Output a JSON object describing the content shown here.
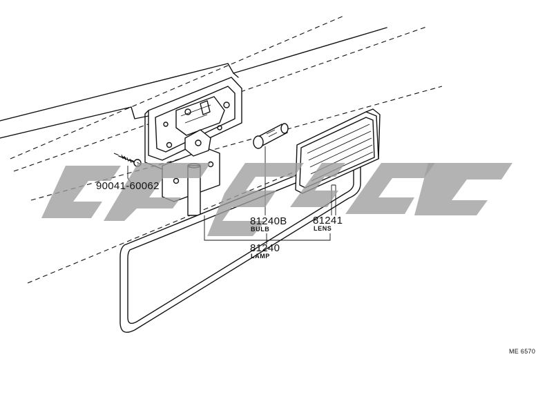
{
  "diagram": {
    "parts": [
      {
        "id": "clip",
        "number": "90041-60062",
        "name": ""
      },
      {
        "id": "bulb",
        "number": "81240B",
        "name": "BULB"
      },
      {
        "id": "lens",
        "number": "81241",
        "name": "LENS"
      },
      {
        "id": "lamp",
        "number": "81240",
        "name": "LAMP"
      }
    ],
    "reference_code": "ME 6570",
    "colors": {
      "ink": "#111111",
      "watermark": "#9e9e9e",
      "background": "#ffffff"
    }
  }
}
